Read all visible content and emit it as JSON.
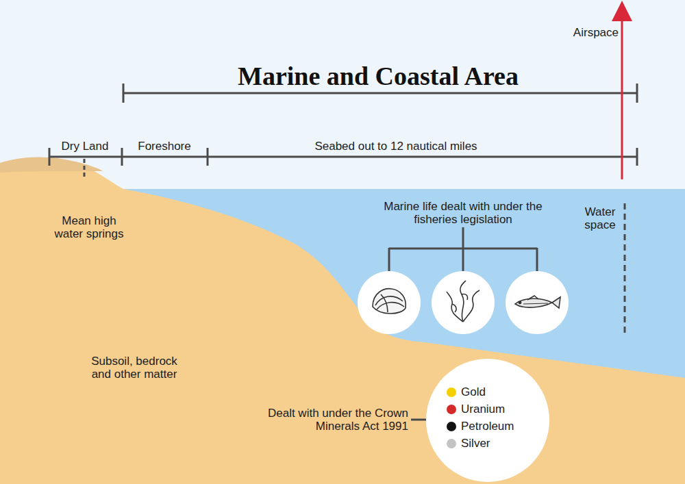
{
  "diagram": {
    "title": "Marine and Coastal Area",
    "labels": [
      "Airspace",
      "Dry Land",
      "Foreshore",
      "Seabed out to 12 nautical miles",
      "Mean high water springs",
      "Marine life dealt with under the fisheries legislation",
      "Water space",
      "Subsoil, bedrock and other matter",
      "Dealt with under the Crown Minerals Act 1991"
    ],
    "legend": [
      {
        "text": "Gold",
        "color": "#f5d000"
      },
      {
        "text": "Uranium",
        "color": "#d32a2a"
      },
      {
        "text": "Petroleum",
        "color": "#111111"
      },
      {
        "text": "Silver",
        "color": "#c4c4c4"
      }
    ]
  }
}
